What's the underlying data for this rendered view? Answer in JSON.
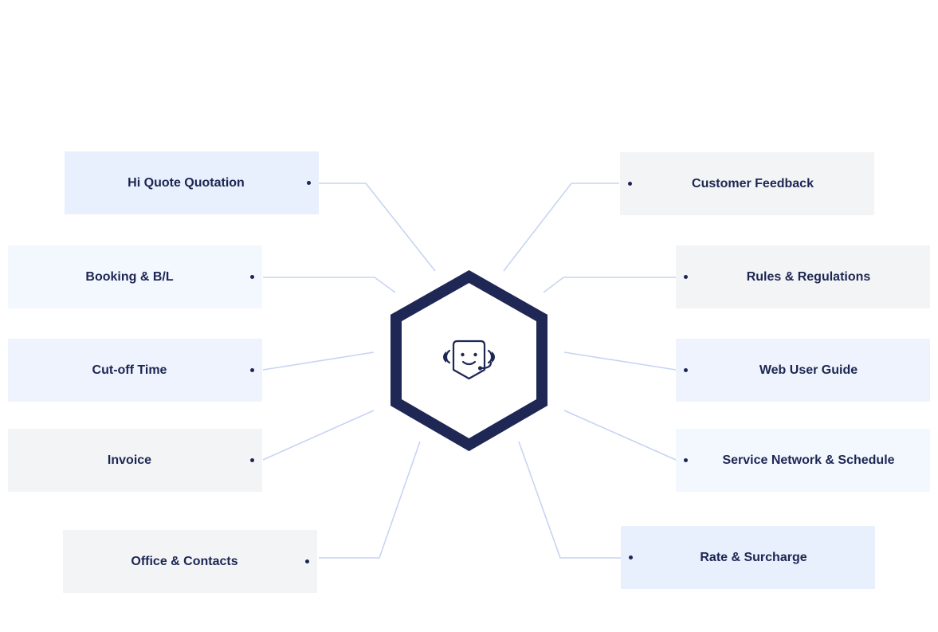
{
  "diagram": {
    "colors": {
      "hexagon": "#1f2855",
      "connector": "#c7d4f2",
      "text": "#1c2652",
      "box_blue": "#e8effd",
      "box_light": "#f3f7fe",
      "box_gray": "#f3f4f6"
    },
    "hub_icon": "support-bot-headset-icon",
    "left_items": [
      {
        "label": "Hi Quote Quotation"
      },
      {
        "label": "Booking & B/L"
      },
      {
        "label": "Cut-off Time"
      },
      {
        "label": "Invoice"
      },
      {
        "label": "Office & Contacts"
      }
    ],
    "right_items": [
      {
        "label": "Customer Feedback"
      },
      {
        "label": "Rules & Regulations"
      },
      {
        "label": "Web User Guide"
      },
      {
        "label": "Service Network & Schedule"
      },
      {
        "label": "Rate & Surcharge"
      }
    ]
  }
}
